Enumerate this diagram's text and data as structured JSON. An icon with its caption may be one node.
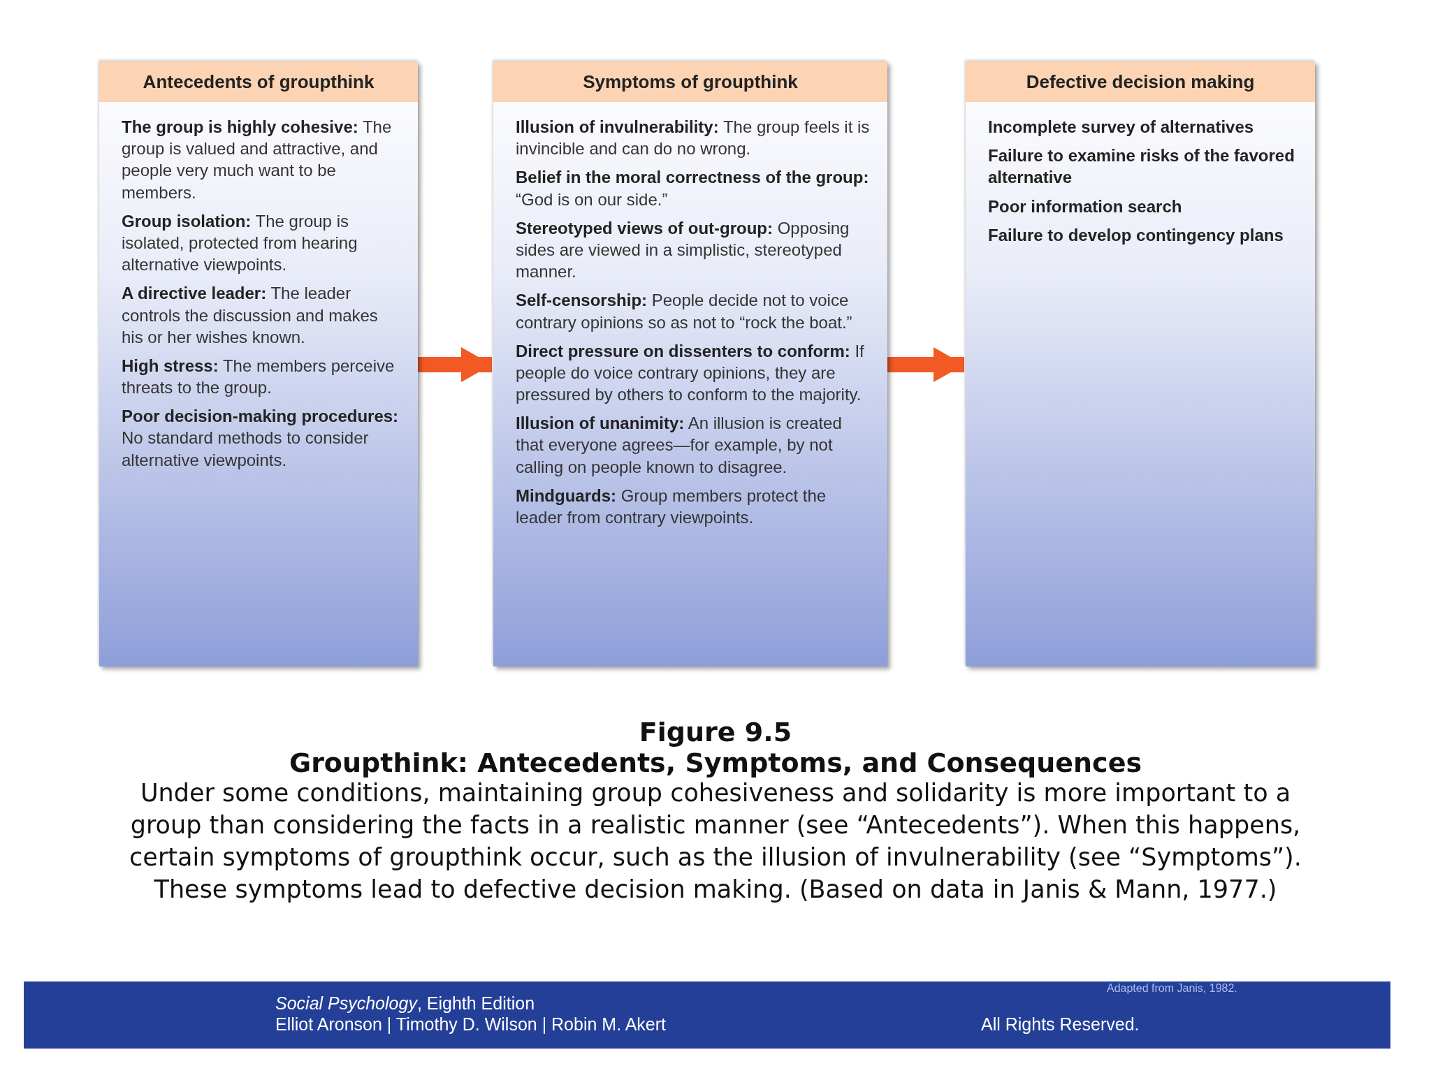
{
  "diagram": {
    "title": "Groupthink: Antecedents, Symptoms, and Consequences",
    "caption": "Under some conditions, maintaining group cohesiveness and solidarity is more important to a group than considering the facts in a realistic manner (see “Antecedents”). When this happens, certain symptoms of groupthink occur, such as the illusion of invulnerability (see “Symptoms”). These symptoms lead to defective decision making. (Based on data in Janis & Mann, 1977.)",
    "nodes": [
      {
        "text": [
          "Antecedents of groupthink",
          "**The group is highly cohesive:** The group is valued and attractive, and people very much want to be members.",
          "**Group isolation:** The group is isolated, protected from hearing alternative viewpoints.",
          "**A directive leader:** The leader controls the discussion and makes his or her wishes known.",
          "**High stress:** The members perceive threats to the group.",
          "**Poor decision-making procedures:** No standard methods to consider alternative viewpoints."
        ]
      },
      {
        "text": [
          "Symptoms of groupthink",
          "**Illusion of invulnerability:** The group feels it is invincible and can do no wrong.",
          "**Belief in the moral correctness of the group:** “God is on our side.”",
          "**Stereotyped views of out-group:** Opposing sides are viewed in a simplistic, stereotyped manner.",
          "**Self-censorship:** People decide not to voice contrary opinions so as not to “rock the boat.”",
          "**Direct pressure on dissenters to conform:** If people do voice contrary opinions, they are pressured by others to conform to the majority.",
          "**Illusion of unanimity:** An illusion is created that everyone agrees—for example, by not calling on people known to disagree.",
          "**Mindguards:** Group members protect the leader from contrary viewpoints."
        ]
      },
      {
        "text": [
          "Defective decision making",
          "**Incomplete survey of alternatives**",
          "**Failure to examine risks of the favored alternative**",
          "**Poor information search**",
          "**Failure to develop contingency plans**"
        ]
      }
    ],
    "edges": [
      {
        "from": 0,
        "to": 1,
        "arrow": "to"
      },
      {
        "from": 1,
        "to": 2,
        "arrow": "to"
      }
    ],
    "labels": [
      "Figure 9.5",
      "*Social Psychology*, Eighth Edition",
      "Elliot Aronson | Timothy D. Wilson | Robin M. Akert",
      "Adapted from Janis, 1982.",
      "All Rights Reserved."
    ]
  }
}
